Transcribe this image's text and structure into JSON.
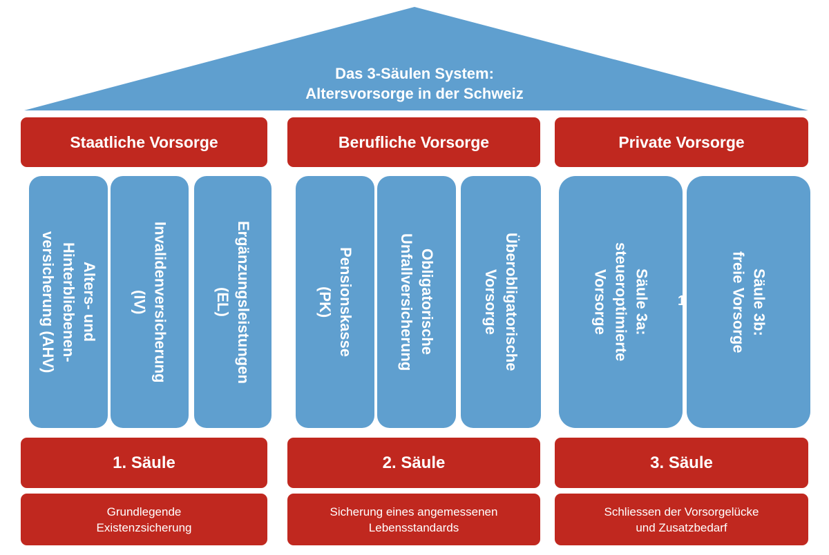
{
  "roof": {
    "title_line1": "Das 3-Säulen System:",
    "title_line2": "Altersvorsorge in der Schweiz",
    "color": "#5f9fcf"
  },
  "pillars": [
    {
      "header": "Staatliche Vorsorge",
      "columns": [
        [
          "Alters- und",
          "Hinterbliebenen-",
          "versicherung (AHV)"
        ],
        [
          "Invalidenversicherung",
          "(IV)"
        ],
        [
          "Ergänzungsleistungen",
          "(EL)"
        ]
      ],
      "saeule": "1. Säule",
      "description": [
        "Grundlegende",
        "Existenzsicherung"
      ]
    },
    {
      "header": "Berufliche Vorsorge",
      "columns": [
        [
          "Pensionskasse",
          "(PK)"
        ],
        [
          "Obligatorische",
          "Unfallversicherung"
        ],
        [
          "Überobligatorische",
          "Vorsorge"
        ]
      ],
      "saeule": "2. Säule",
      "description": [
        "Sicherung  eines angemessenen",
        "Lebensstandards"
      ]
    },
    {
      "header": "Private Vorsorge",
      "columns": [
        [
          "Säule 3a:",
          "steueroptimierte",
          "Vorsorge"
        ],
        [
          "Säule 3b:",
          "freie Vorsorge"
        ]
      ],
      "saeule": "3. Säule",
      "description": [
        "Schliessen der Vorsorgelücke",
        "und Zusatzbedarf"
      ]
    }
  ],
  "stray_mark": "1",
  "colors": {
    "red": "#c0281f",
    "blue": "#5f9fcf",
    "text": "#ffffff"
  }
}
